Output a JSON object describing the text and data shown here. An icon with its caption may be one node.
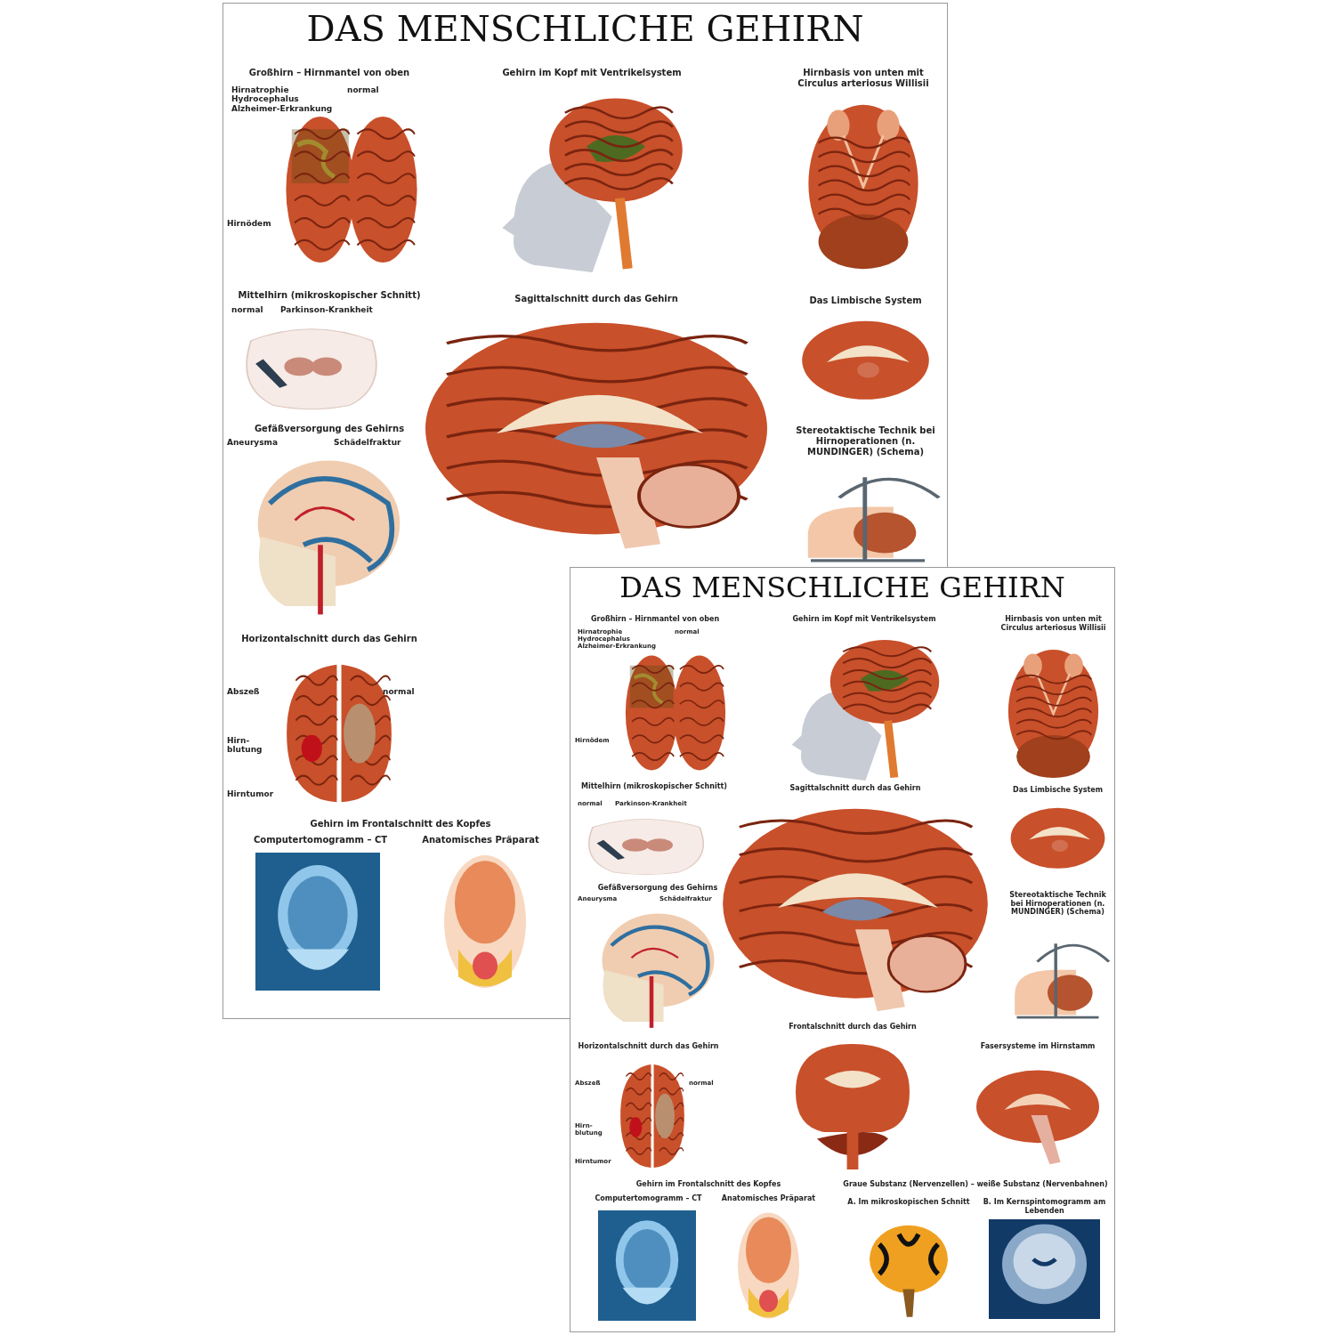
{
  "diagram": {
    "nodes": [
      {
        "text": [
          "Großhirn – Hirnmantel von oben",
          "Hirnatrophie Hydrocephalus Alzheimer-Erkrankung",
          "normal",
          "Hirnödem"
        ]
      },
      {
        "text": [
          "Gehirn im Kopf mit Ventrikelsystem"
        ]
      },
      {
        "text": [
          "Hirnbasis von unten mit Circulus arteriosus Willisii"
        ]
      },
      {
        "text": [
          "Mittelhirn (mikroskopischer Schnitt)",
          "normal",
          "Parkinson-Krankheit"
        ]
      },
      {
        "text": [
          "Sagittalschnitt durch das Gehirn"
        ]
      },
      {
        "text": [
          "Das Limbische System"
        ]
      },
      {
        "text": [
          "Gefäßversorgung des Gehirns",
          "Aneurysma",
          "Schädelfraktur"
        ]
      },
      {
        "text": [
          "Stereotaktische Technik bei Hirnoperationen (n. MUNDINGER) (Schema)"
        ]
      },
      {
        "text": [
          "Horizontalschnitt durch das Gehirn",
          "Abszeß",
          "normal",
          "Hirn- blutung",
          "Hirntumor"
        ]
      },
      {
        "text": [
          "Gehirn im Frontalschnitt des Kopfes"
        ]
      },
      {
        "text": [
          "Computertomogramm – CT"
        ],
        "in": 9
      },
      {
        "text": [
          "Anatomisches Präparat"
        ],
        "in": 9
      },
      {
        "text": [
          "DAS MENSCHLICHE GEHIRN"
        ]
      },
      {
        "text": [
          "Großhirn – Hirnmantel von oben",
          "Hirnatrophie Hydrocephalus Alzheimer-Erkrankung",
          "normal",
          "Hirnödem"
        ],
        "in": 12
      },
      {
        "text": [
          "Gehirn im Kopf mit Ventrikelsystem"
        ],
        "in": 12
      },
      {
        "text": [
          "Hirnbasis von unten mit Circulus arteriosus Willisii"
        ],
        "in": 12
      },
      {
        "text": [
          "Mittelhirn (mikroskopischer Schnitt)",
          "normal",
          "Parkinson-Krankheit"
        ],
        "in": 12
      },
      {
        "text": [
          "Sagittalschnitt durch das Gehirn"
        ],
        "in": 12
      },
      {
        "text": [
          "Das Limbische System"
        ],
        "in": 12
      },
      {
        "text": [
          "Gefäßversorgung des Gehirns",
          "Aneurysma",
          "Schädelfraktur"
        ],
        "in": 12
      },
      {
        "text": [
          "Stereotaktische Technik bei Hirnoperationen (n. MUNDINGER) (Schema)"
        ],
        "in": 12
      },
      {
        "text": [
          "Frontalschnitt durch das Gehirn"
        ],
        "in": 12
      },
      {
        "text": [
          "Horizontalschnitt durch das Gehirn",
          "Abszeß",
          "normal",
          "Hirn- blutung",
          "Hirntumor"
        ],
        "in": 12
      },
      {
        "text": [
          "Fasersysteme im Hirnstamm"
        ],
        "in": 12
      },
      {
        "text": [
          "Gehirn im Frontalschnitt des Kopfes"
        ],
        "in": 12
      },
      {
        "text": [
          "Computertomogramm – CT"
        ],
        "in": 24
      },
      {
        "text": [
          "Anatomisches Präparat"
        ],
        "in": 24
      },
      {
        "text": [
          "Graue Substanz (Nervenzellen) – weiße Substanz (Nervenbahnen)"
        ],
        "in": 12
      },
      {
        "text": [
          "A. Im mikroskopischen Schnitt"
        ],
        "in": 27
      },
      {
        "text": [
          "B. Im Kernspintomogramm am Lebenden"
        ],
        "in": 27
      }
    ],
    "labels": [
      "DAS MENSCHLICHE GEHIRN"
    ]
  }
}
